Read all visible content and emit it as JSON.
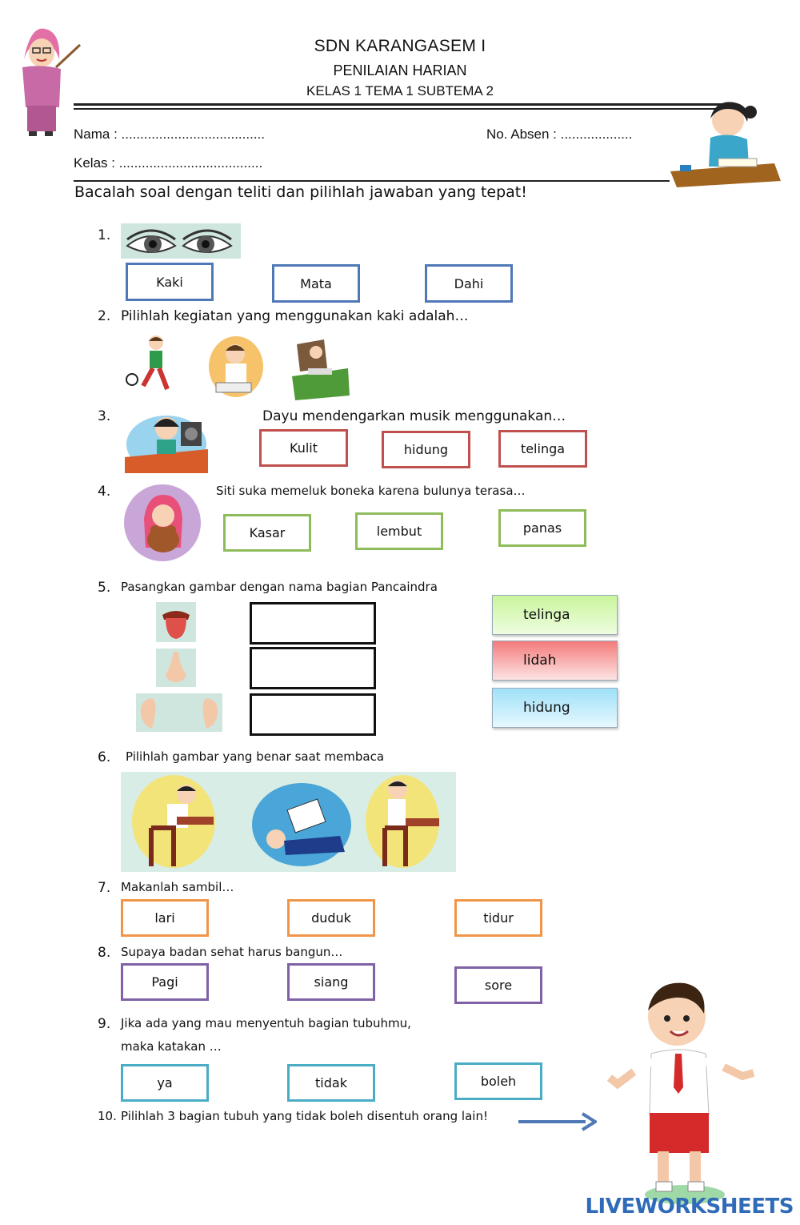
{
  "header": {
    "school": "SDN KARANGASEM I",
    "title": "PENILAIAN HARIAN",
    "subtitle": "KELAS 1 TEMA 1 SUBTEMA 2"
  },
  "fields": {
    "nama": "Nama : ......................................",
    "absen": "No. Absen : ...................",
    "kelas": "Kelas   : ......................................"
  },
  "instruction": "Bacalah soal dengan teliti dan pilihlah jawaban yang tepat!",
  "questions": [
    {
      "num": "1.",
      "text": "",
      "options": [
        "Kaki",
        "Mata",
        "Dahi"
      ]
    },
    {
      "num": "2.",
      "text": "Pilihlah kegiatan yang menggunakan kaki adalah…",
      "options": []
    },
    {
      "num": "3.",
      "text": "Dayu mendengarkan musik menggunakan…",
      "options": [
        "Kulit",
        "hidung",
        "telinga"
      ]
    },
    {
      "num": "4.",
      "text": "Siti suka memeluk boneka karena bulunya terasa…",
      "options": [
        "Kasar",
        "lembut",
        "panas"
      ]
    },
    {
      "num": "5.",
      "text": "Pasangkan gambar dengan nama bagian Pancaindra",
      "options": [
        "telinga",
        "lidah",
        "hidung"
      ]
    },
    {
      "num": "6.",
      "text": "Pilihlah gambar yang benar saat membaca",
      "options": []
    },
    {
      "num": "7.",
      "text": "Makanlah sambil…",
      "options": [
        "lari",
        "duduk",
        "tidur"
      ]
    },
    {
      "num": "8.",
      "text": "Supaya badan sehat harus bangun…",
      "options": [
        "Pagi",
        "siang",
        "sore"
      ]
    },
    {
      "num": "9.",
      "text": "Jika ada yang mau menyentuh bagian tubuhmu,",
      "text2": "maka katakan …",
      "options": [
        "ya",
        "tidak",
        "boleh"
      ]
    },
    {
      "num": "10.",
      "text": "Pilihlah 3 bagian tubuh yang tidak boleh disentuh orang lain!",
      "options": []
    }
  ],
  "brand": "LIVEWORKSHEETS",
  "colors": {
    "blue": "#4f79b6",
    "red": "#c0504d",
    "green": "#8fbc5a",
    "orange": "#f0954a",
    "purple": "#8061a6",
    "teal": "#4bacc6",
    "brand": "#2f6bb8"
  }
}
